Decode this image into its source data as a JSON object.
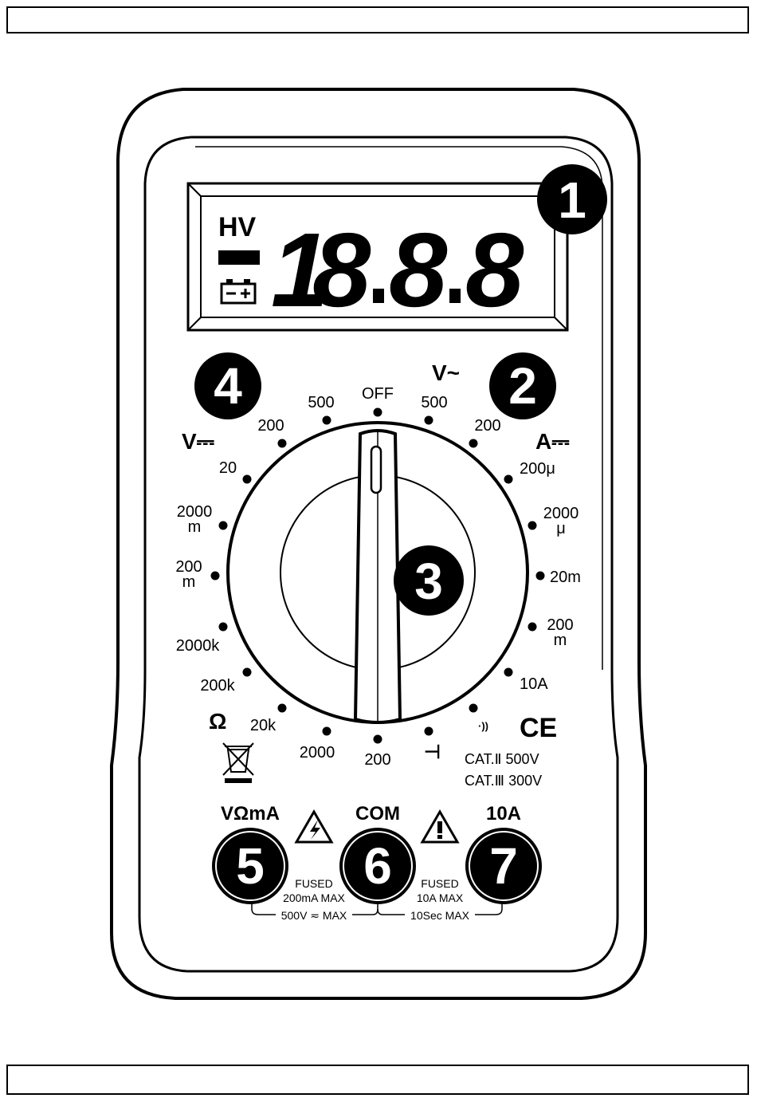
{
  "display": {
    "hv": "HV",
    "digits": [
      "1",
      "8",
      "8",
      "8"
    ]
  },
  "callouts": [
    "1",
    "2",
    "3",
    "4",
    "5",
    "6",
    "7"
  ],
  "ranges": {
    "off": "OFF",
    "acv_symbol": "V~",
    "acv": [
      "500",
      "200"
    ],
    "dcv_symbol": "V⎓",
    "dcv": [
      "500",
      "200",
      "20",
      "2000\nm",
      "200\nm"
    ],
    "dca_symbol": "A⎓",
    "dca": [
      "200μ",
      "2000\nμ",
      "20m",
      "200\nm",
      "10A"
    ],
    "ohm_symbol": "Ω",
    "ohm": [
      "2000k",
      "200k",
      "20k",
      "2000",
      "200"
    ],
    "continuity": "·))",
    "diode": "⊣"
  },
  "certification": {
    "ce": "CE",
    "cat2": "CAT.Ⅱ 500V",
    "cat3": "CAT.Ⅲ 300V"
  },
  "jacks": {
    "vohm": "VΩmA",
    "com": "COM",
    "ten_a": "10A"
  },
  "fuse_notes": {
    "left_line1": "FUSED",
    "left_line2": "200mA MAX",
    "left_line3": "500V ≂ MAX",
    "right_line1": "FUSED",
    "right_line2": "10A MAX",
    "right_line3": "10Sec MAX"
  }
}
